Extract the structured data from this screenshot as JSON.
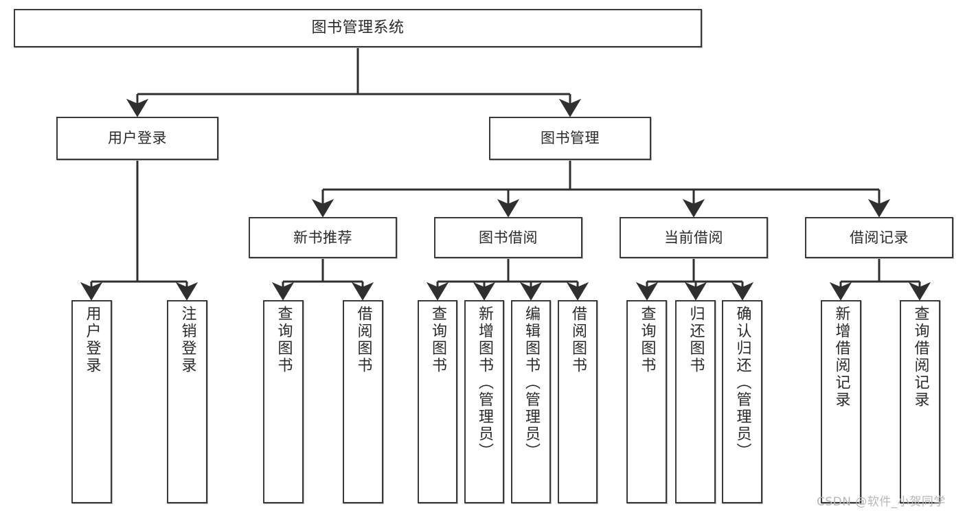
{
  "diagram": {
    "title": "图书管理系统",
    "type": "tree",
    "orientation": "top-down",
    "colors": {
      "box_border": "#3a3a3a",
      "box_fill": "#ffffff",
      "connector": "#2f2f2f",
      "text": "#2a2a2a",
      "watermark": "#b7b7b7",
      "background": "#ffffff"
    },
    "levels": {
      "root": {
        "label": "图书管理系统"
      },
      "level2": [
        {
          "label": "用户登录"
        },
        {
          "label": "图书管理"
        }
      ],
      "level3": [
        {
          "label": "新书推荐"
        },
        {
          "label": "图书借阅"
        },
        {
          "label": "当前借阅"
        },
        {
          "label": "借阅记录"
        }
      ],
      "leaves": {
        "user_login": [
          {
            "label": "用户登录"
          },
          {
            "label": "注销登录"
          }
        ],
        "new_book_recommend": [
          {
            "label": "查询图书"
          },
          {
            "label": "借阅图书"
          }
        ],
        "book_borrow": [
          {
            "label": "查询图书"
          },
          {
            "label": "新增图书（管理员）"
          },
          {
            "label": "编辑图书（管理员）"
          },
          {
            "label": "借阅图书"
          }
        ],
        "current_borrow": [
          {
            "label": "查询图书"
          },
          {
            "label": "归还图书"
          },
          {
            "label": "确认归还（管理员）"
          }
        ],
        "borrow_record": [
          {
            "label": "新增借阅记录"
          },
          {
            "label": "查询借阅记录"
          }
        ]
      }
    }
  },
  "watermark": {
    "text": "CSDN @软件_小贺同学"
  }
}
